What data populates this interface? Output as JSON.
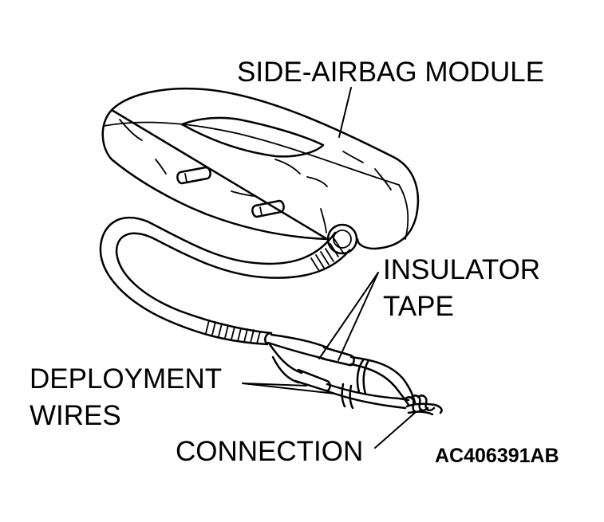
{
  "labels": {
    "module": "SIDE-AIRBAG MODULE",
    "insulator_line1": "INSULATOR",
    "insulator_line2": "TAPE",
    "deployment_line1": "DEPLOYMENT",
    "deployment_line2": "WIRES",
    "connection": "CONNECTION",
    "figure_code": "AC406391AB"
  }
}
